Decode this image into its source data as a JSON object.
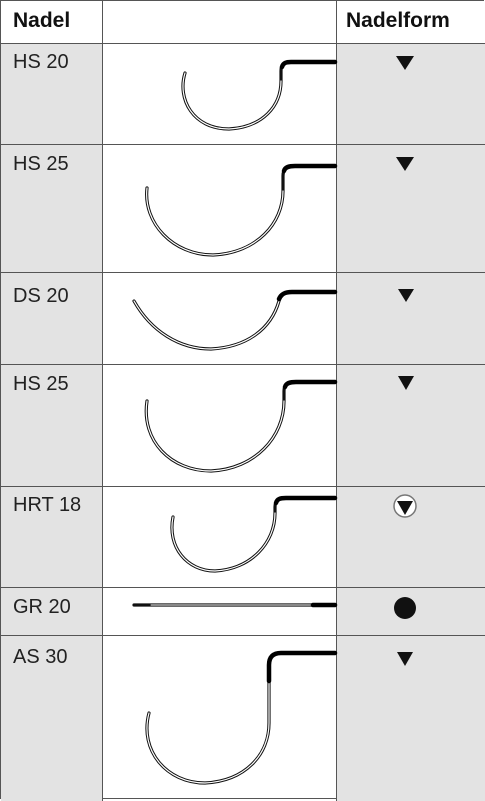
{
  "headers": {
    "col1": "Nadel",
    "col3": "Nadelform"
  },
  "rows": [
    {
      "label": "HS 20",
      "form": "triangle"
    },
    {
      "label": "HS 25",
      "form": "triangle"
    },
    {
      "label": "DS 20",
      "form": "triangle"
    },
    {
      "label": "HS 25",
      "form": "triangle"
    },
    {
      "label": "HRT 18",
      "form": "triangle-in-circle"
    },
    {
      "label": "GR 20",
      "form": "circle"
    },
    {
      "label": "AS 30",
      "form": "triangle"
    }
  ]
}
